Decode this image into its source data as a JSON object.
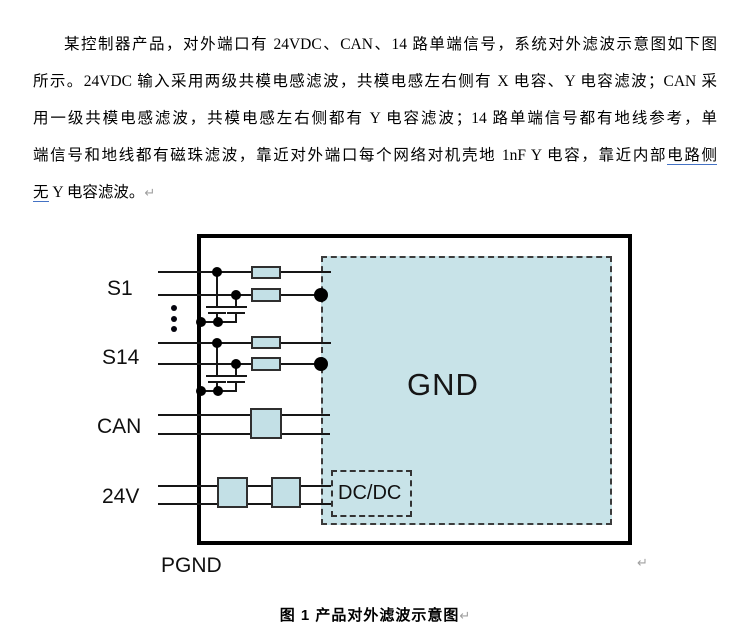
{
  "paragraph": {
    "line1": "某控制器产品，对外端口有 24VDC、CAN、14 路单端信号，系统对外滤波示意图如下图",
    "line2": "所示。24VDC 输入采用两级共模电感滤波，共模电感左右侧有 X 电容、Y 电容滤波；CAN 采",
    "line3": "用一级共模电感滤波，共模电感左右侧都有 Y 电容滤波；14 路单端信号都有地线参考，单",
    "line4_main": "端信号和地线都有磁珠滤波，靠近对外端口每个网络对机壳地 1nF Y 电容，靠近内部",
    "line4_underlined": "电路侧",
    "line5_underlined": "无",
    "line5_rest": " Y 电容滤波。",
    "pilcrow": "↵"
  },
  "diagram": {
    "labels": {
      "s1": "S1",
      "s14": "S14",
      "can": "CAN",
      "v24": "24V",
      "pgnd": "PGND",
      "gnd": "GND",
      "dcdc": "DC/DC"
    },
    "pilcrow": "↵",
    "icons": {
      "vertical_ellipsis": "three-dots-vertical",
      "y_capacitor": "parallel-plate-capacitor",
      "junction": "filled-dot"
    },
    "colors": {
      "component_fill": "#c3e0e6",
      "gnd_fill": "#c8e3e8",
      "line": "#161616",
      "enclosure_border": "#000000",
      "dashed_border": "#3c3c3c",
      "grammar_underline": "#4472c4",
      "pilcrow_gray": "#a0a0a0"
    }
  },
  "caption": {
    "text": "图 1 产品对外滤波示意图",
    "pilcrow": "↵"
  }
}
